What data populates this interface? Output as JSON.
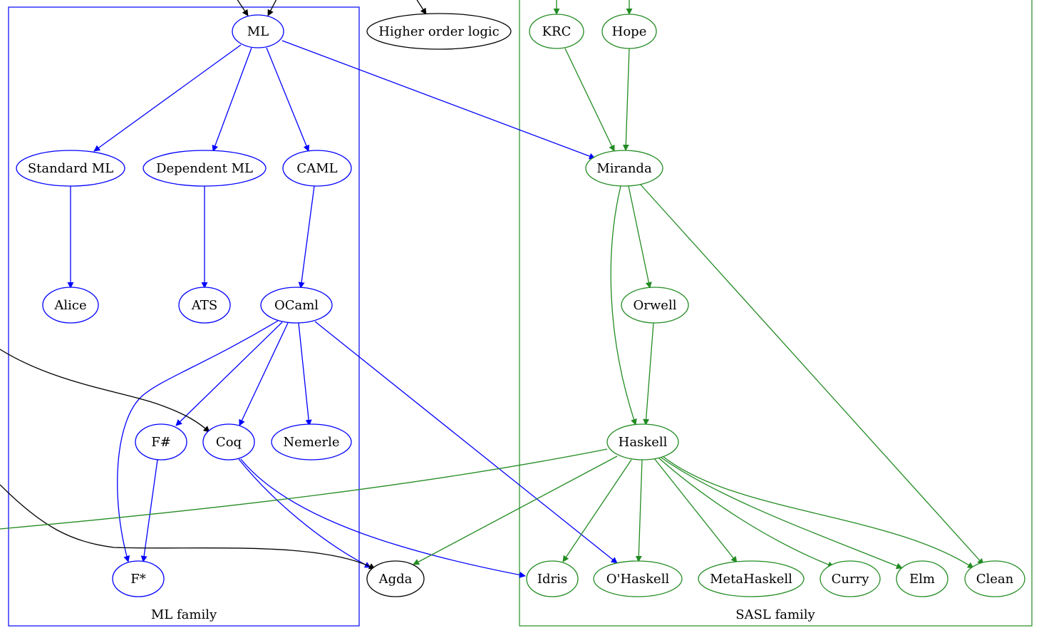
{
  "clusters": {
    "ml": {
      "label": "ML family",
      "color": "#0000ff"
    },
    "sasl": {
      "label": "SASL family",
      "color": "#228b22"
    }
  },
  "colors": {
    "blue": "#0000ff",
    "green": "#228b22",
    "black": "#000000"
  },
  "nodes": {
    "ml": "ML",
    "hol": "Higher order logic",
    "krc": "KRC",
    "hope": "Hope",
    "sml": "Standard ML",
    "dml": "Dependent ML",
    "caml": "CAML",
    "miranda": "Miranda",
    "alice": "Alice",
    "ats": "ATS",
    "ocaml": "OCaml",
    "orwell": "Orwell",
    "fsharp": "F#",
    "coq": "Coq",
    "nemerle": "Nemerle",
    "haskell": "Haskell",
    "fstar": "F*",
    "agda": "Agda",
    "idris": "Idris",
    "ohaskell": "O'Haskell",
    "metahaskell": "MetaHaskell",
    "curry": "Curry",
    "elm": "Elm",
    "clean": "Clean"
  }
}
